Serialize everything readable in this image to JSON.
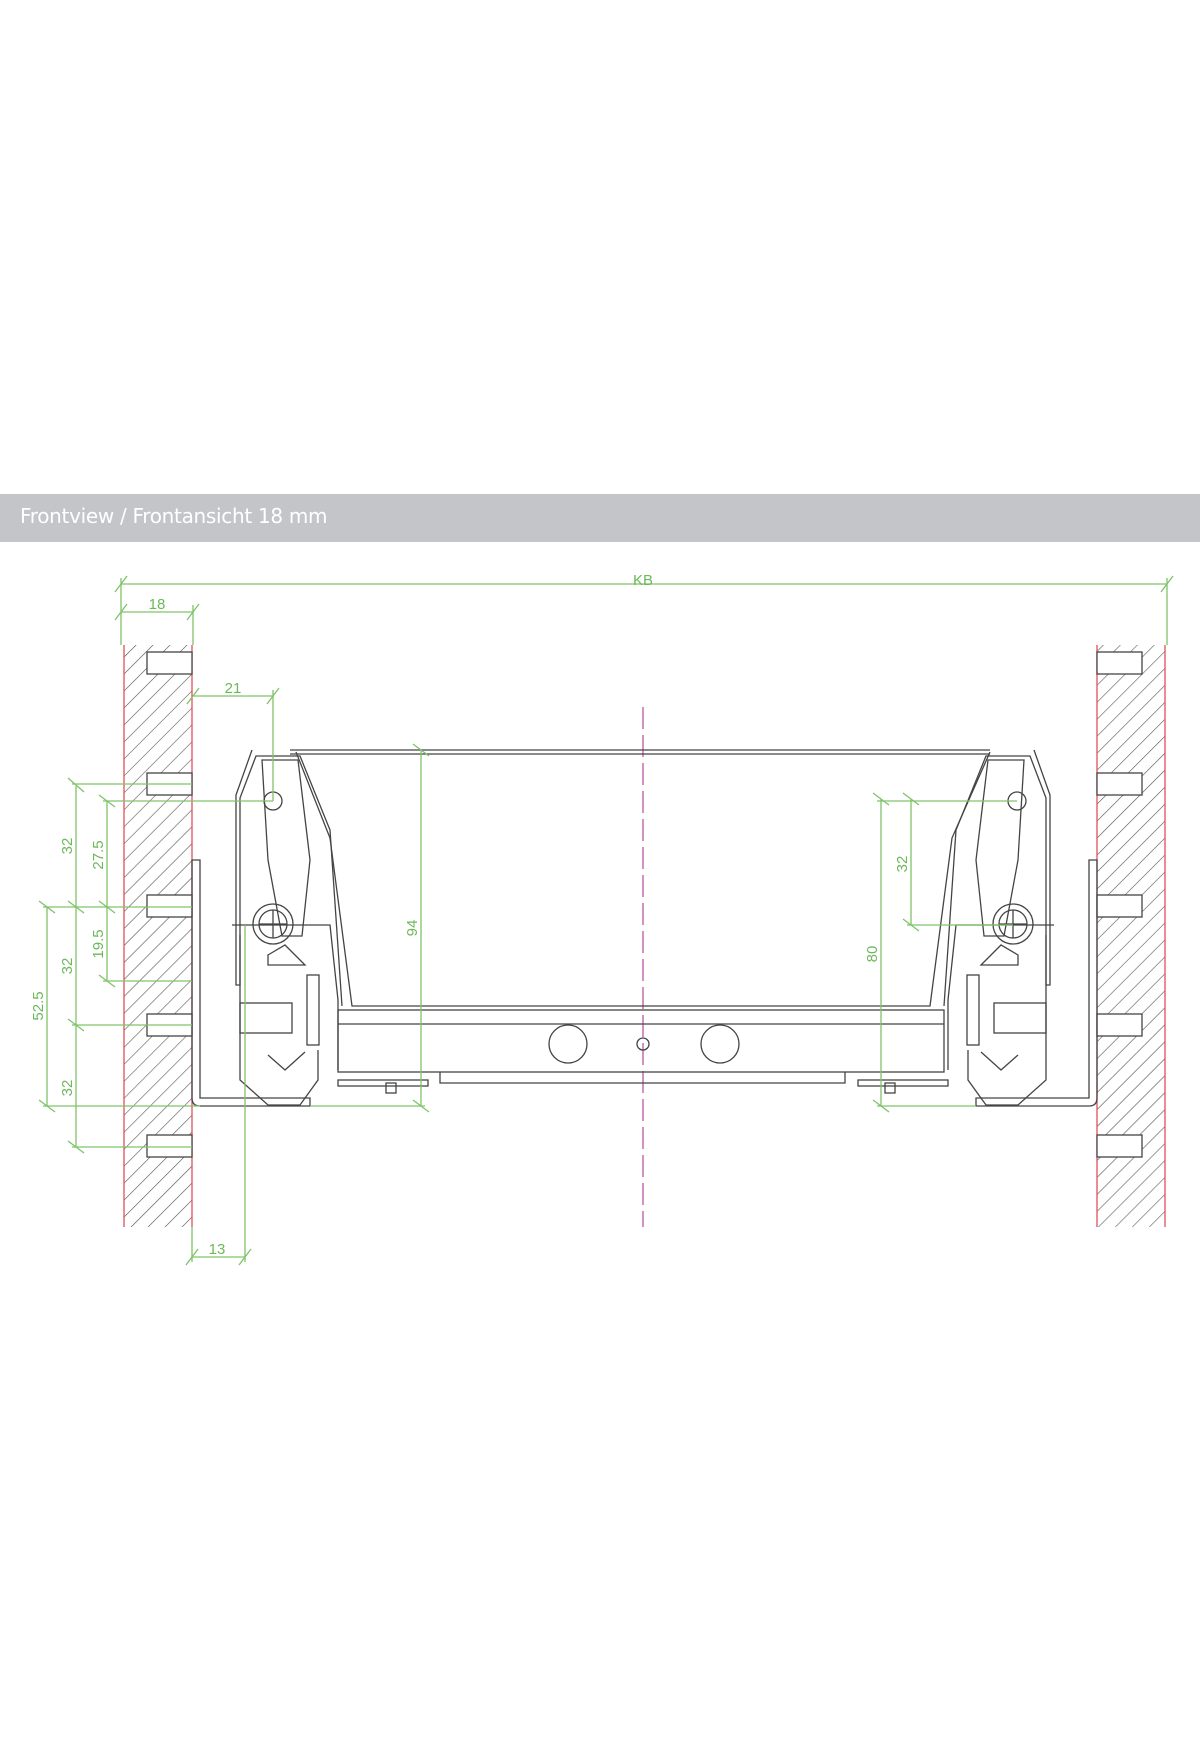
{
  "header": {
    "title": "Frontview / Frontansicht 18 mm"
  },
  "dimensions": {
    "overall_width": "KB",
    "panel_thickness": "18",
    "hole_offset": "21",
    "drawer_height_left": "94",
    "drawer_height_right": "80",
    "right_hole_spacing": "32",
    "left_32_top": "32",
    "left_27_5": "27.5",
    "left_19_5": "19.5",
    "left_32_middle": "32",
    "left_52_5": "52.5",
    "left_32_bottom": "32",
    "runner_offset": "13"
  },
  "colors": {
    "dimension": "#7fc36a",
    "panel_edge": "#e0505a",
    "centerline": "#b04a9a",
    "header_bg": "#c3c5c8"
  }
}
